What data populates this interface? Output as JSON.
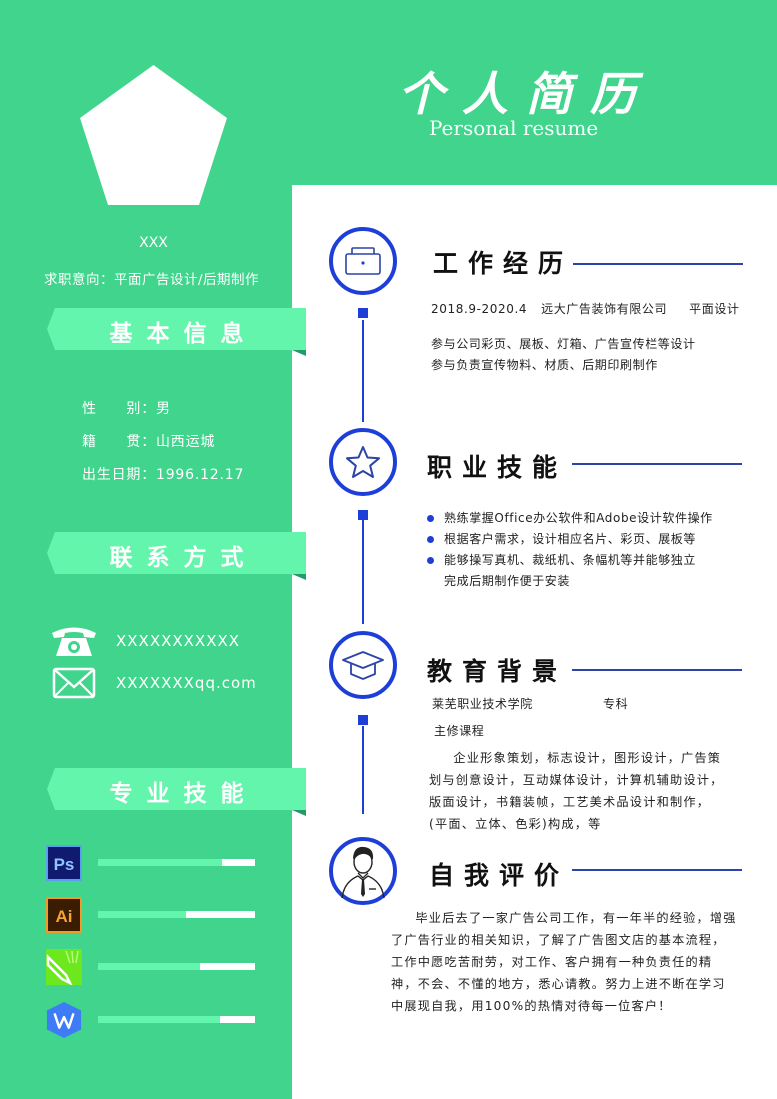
{
  "header": {
    "title_cn": "个人简历",
    "title_en": "Personal resume"
  },
  "profile": {
    "photo_placeholder": "pentagon-photo",
    "name": "XXX",
    "job_intent": "求职意向：平面广告设计/后期制作"
  },
  "basic_info": {
    "heading": "基本信息",
    "rows": [
      {
        "label": "性　　别：",
        "value": "男"
      },
      {
        "label": "籍　　贯：",
        "value": "山西运城"
      },
      {
        "label": "出生日期：",
        "value": "1996.12.17"
      }
    ]
  },
  "contact": {
    "heading": "联系方式",
    "phone_icon": "telephone-icon",
    "phone": "XXXXXXXXXXX",
    "email_icon": "envelope-icon",
    "email": "XXXXXXXqq.com"
  },
  "pro_skills": {
    "heading": "专业技能",
    "items": [
      {
        "name": "Photoshop",
        "icon": "ps-icon",
        "icon_text": "Ps",
        "level": 79
      },
      {
        "name": "Illustrator",
        "icon": "ai-icon",
        "icon_text": "Ai",
        "level": 56
      },
      {
        "name": "CorelDRAW",
        "icon": "coreldraw-icon",
        "icon_text": "",
        "level": 65
      },
      {
        "name": "WPS",
        "icon": "wps-icon",
        "icon_text": "W",
        "level": 78
      }
    ]
  },
  "work": {
    "heading": "工作经历",
    "icon": "briefcase-icon",
    "period": "2018.9-2020.4",
    "company": "远大广告装饰有限公司",
    "position": "平面设计",
    "duties": [
      "参与公司彩页、展板、灯箱、广告宣传栏等设计",
      "参与负责宣传物料、材质、后期印刷制作"
    ]
  },
  "skills": {
    "heading": "职业技能",
    "icon": "star-icon",
    "items": [
      "熟练掌握Office办公软件和Adobe设计软件操作",
      "根据客户需求，设计相应名片、彩页、展板等",
      "能够操写真机、裁纸机、条幅机等并能够独立",
      "完成后期制作便于安装"
    ]
  },
  "education": {
    "heading": "教育背景",
    "icon": "graduation-cap-icon",
    "school": "莱芜职业技术学院",
    "degree": "专科",
    "courses_label": "主修课程",
    "courses": "企业形象策划，标志设计，图形设计，广告策划与创意设计，互动媒体设计，计算机辅助设计，版面设计，书籍装帧，工艺美术品设计和制作，(平面、立体、色彩)构成，等"
  },
  "self_eval": {
    "heading": "自我评价",
    "icon": "person-avatar-icon",
    "text": "毕业后去了一家广告公司工作，有一年半的经验，增强了广告行业的相关知识，了解了广告图文店的基本流程，工作中愿吃苦耐劳，对工作、客户拥有一种负责任的精神，不会、不懂的地方，悉心请教。努力上进不断在学习中展现自我，用100%的热情对待每一位客户！"
  },
  "colors": {
    "green_bg": "#40d48d",
    "ribbon": "#64f5ad",
    "accent_blue": "#1d3fd8",
    "line_blue": "#2c43a8"
  }
}
